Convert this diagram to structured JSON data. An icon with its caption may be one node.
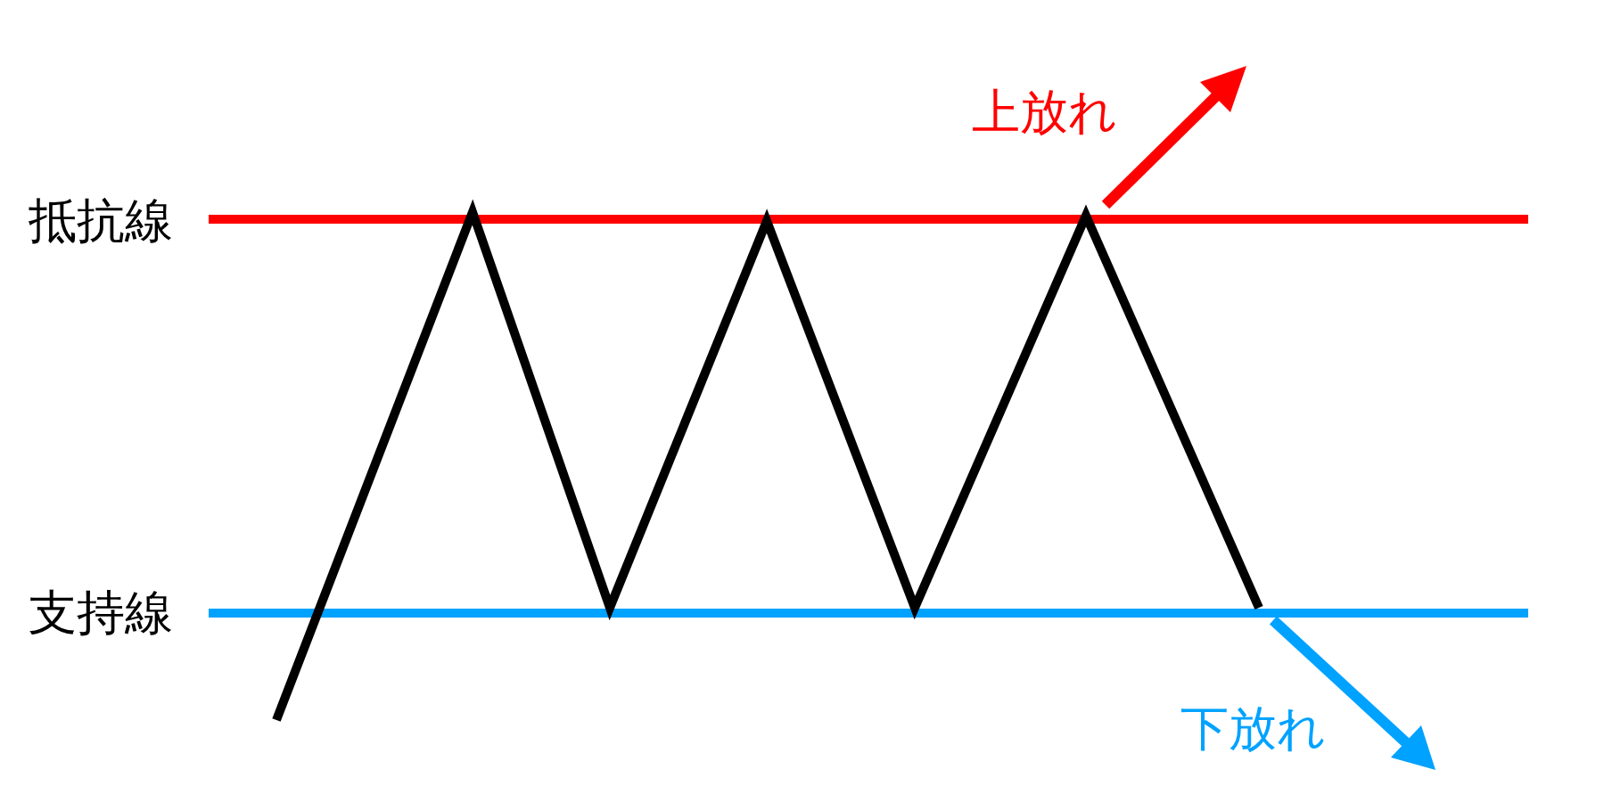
{
  "diagram": {
    "labels": [
      "上放れ",
      "抵抗線",
      "支持線",
      "下放れ"
    ]
  }
}
